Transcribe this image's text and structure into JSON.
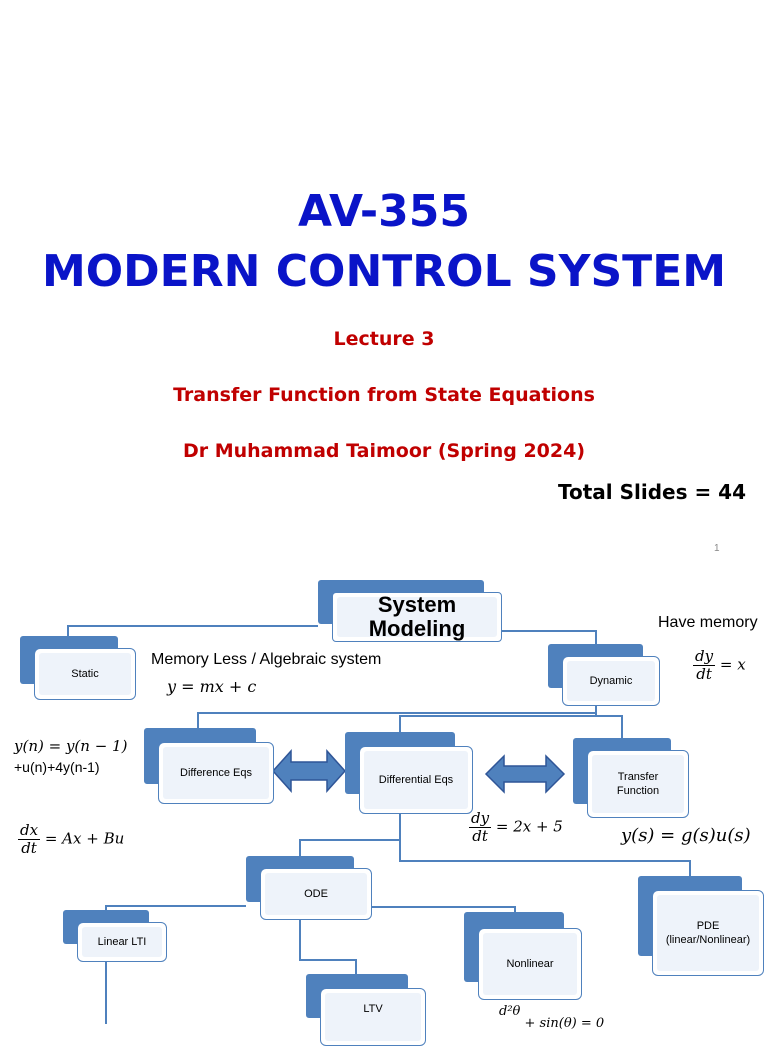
{
  "slide": {
    "title_line1": "AV-355",
    "title_line2": "MODERN CONTROL SYSTEM",
    "lecture": "Lecture  3",
    "topic": "Transfer Function from State Equations",
    "author": "Dr Muhammad Taimoor (Spring 2024)",
    "total_slides": "Total Slides = 44",
    "page_number": "1"
  },
  "diagram": {
    "nodes": {
      "root": "System Modeling",
      "static": "Static",
      "dynamic": "Dynamic",
      "difference": "Difference Eqs",
      "differential": "Differential Eqs",
      "transfer_line1": "Transfer",
      "transfer_line2": "Function",
      "ode": "ODE",
      "pde_line1": "PDE",
      "pde_line2": "(linear/Nonlinear)",
      "linear": "Linear LTI",
      "nonlinear": "Nonlinear",
      "ltv": "LTV"
    },
    "labels": {
      "memory_less": "Memory Less / Algebraic system",
      "have_memory": "Have memory",
      "static_eq": "y = mx + c",
      "dynamic_eq_num": "dy",
      "dynamic_eq_den": "dt",
      "dynamic_eq_rhs": "= x",
      "difference_eq_line1": "y(n) = y(n − 1)",
      "difference_eq_line2": "+u(n)+4y(n-1)",
      "state_eq_num": "dx",
      "state_eq_den": "dt",
      "state_eq_rhs": "= Ax + Bu",
      "ode_eq_num": "dy",
      "ode_eq_den": "dt",
      "ode_eq_rhs": "= 2x + 5",
      "tf_eq": "y(s) = g(s)u(s)",
      "nonlinear_eq_num": "d²θ",
      "nonlinear_eq_rhs": "+ sin(θ) = 0"
    }
  }
}
